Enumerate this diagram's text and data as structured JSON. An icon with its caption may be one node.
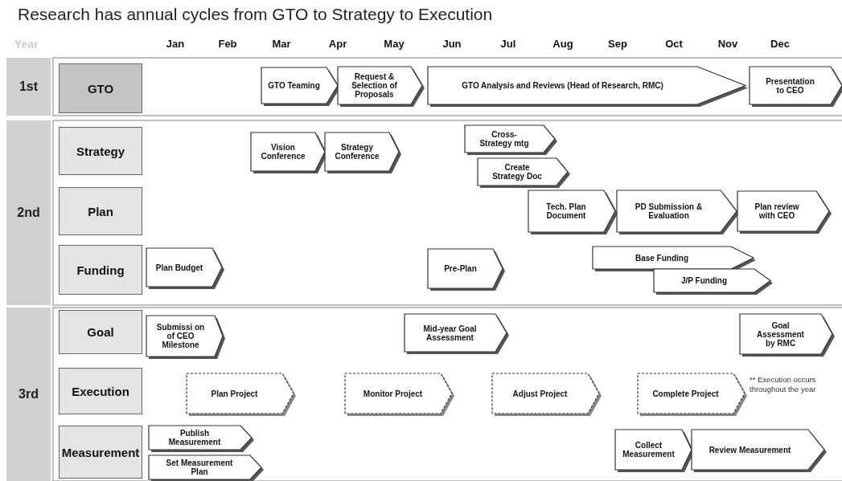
{
  "diagram": {
    "title": "Research has annual cycles from GTO to Strategy to Execution",
    "nodes": [
      {
        "text": [
          "1st"
        ]
      },
      {
        "text": [
          "GTO"
        ]
      },
      {
        "text": [
          "GTO Teaming"
        ]
      },
      {
        "text": [
          "Request & Selection of Proposals"
        ]
      },
      {
        "text": [
          "GTO Analysis and Reviews (Head of Research, RMC)"
        ]
      },
      {
        "text": [
          "Presentation to CEO"
        ]
      },
      {
        "text": [
          "2nd"
        ]
      },
      {
        "text": [
          "Strategy"
        ]
      },
      {
        "text": [
          "Vision Conference"
        ]
      },
      {
        "text": [
          "Strategy Conference"
        ]
      },
      {
        "text": [
          "Cross-Strategy mtg"
        ]
      },
      {
        "text": [
          "Create Strategy Doc"
        ]
      },
      {
        "text": [
          "Plan"
        ]
      },
      {
        "text": [
          "Tech. Plan Document"
        ]
      },
      {
        "text": [
          "PD Submission & Evaluation"
        ]
      },
      {
        "text": [
          "Plan review with CEO"
        ]
      },
      {
        "text": [
          "Funding"
        ]
      },
      {
        "text": [
          "Plan Budget"
        ]
      },
      {
        "text": [
          "Pre-Plan"
        ]
      },
      {
        "text": [
          "Base Funding"
        ]
      },
      {
        "text": [
          "J/P Funding"
        ]
      },
      {
        "text": [
          "3rd"
        ]
      },
      {
        "text": [
          "Goal"
        ]
      },
      {
        "text": [
          "Submissi on of CEO Milestone"
        ]
      },
      {
        "text": [
          "Mid-year Goal Assessment"
        ]
      },
      {
        "text": [
          "Goal Assessment by RMC"
        ]
      },
      {
        "text": [
          "Execution"
        ]
      },
      {
        "text": [
          "Plan Project"
        ]
      },
      {
        "text": [
          "Monitor Project"
        ]
      },
      {
        "text": [
          "Adjust Project"
        ]
      },
      {
        "text": [
          "Complete Project"
        ]
      },
      {
        "text": [
          "Measurement"
        ]
      },
      {
        "text": [
          "Publish Measurement"
        ]
      },
      {
        "text": [
          "Set Measurement Plan"
        ]
      },
      {
        "text": [
          "Collect Measurement"
        ]
      },
      {
        "text": [
          "Review Measurement"
        ]
      }
    ],
    "labels": [
      "Year",
      "Jan",
      "Feb",
      "Mar",
      "Apr",
      "May",
      "Jun",
      "Jul",
      "Aug",
      "Sep",
      "Oct",
      "Nov",
      "Dec",
      "** Execution occurs throughout the year"
    ]
  }
}
